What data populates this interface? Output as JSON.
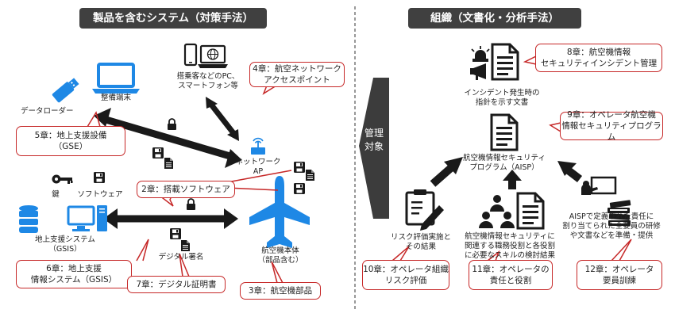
{
  "header_left": "製品を含むシステム（対策手法）",
  "header_right": "組織（文書化・分析手法）",
  "management_target": [
    "管理",
    "対象"
  ],
  "labels": {
    "laptop": "整備端末",
    "phone_pc": [
      "搭乗客などのPC、",
      "スマートフォン等"
    ],
    "data_loader": "データローダー",
    "network_ap": [
      "ネットワーク",
      "AP"
    ],
    "key": "鍵",
    "software": "ソフトウェア",
    "gsis": [
      "地上支援システム",
      "（GSIS）"
    ],
    "signature": "デジタル署名",
    "aircraft": [
      "航空機本体",
      "（部品含む）"
    ],
    "incident_doc": [
      "インシデント発生時の",
      "指針を示す文書"
    ],
    "aisp": [
      "航空機情報セキュリティ",
      "プログラム（AISP）"
    ],
    "risk_eval": [
      "リスク評価実施と",
      "その結果"
    ],
    "roles": [
      "航空機情報セキュリティに",
      "関連する職務役割と各役割",
      "に必要なスキルの検討結果"
    ],
    "training": [
      "AISPで定義された責任に",
      "割り当てられた全要員の研修",
      "や文書などを準備・提供"
    ]
  },
  "chapters": {
    "ch2": "2章：搭載ソフトウェア",
    "ch3": "3章：航空機部品",
    "ch4": [
      "4章：航空ネットワーク",
      "アクセスポイント"
    ],
    "ch5": [
      "5章：地上支援設備",
      "（GSE）"
    ],
    "ch6": [
      "6章：地上支援",
      "情報システム（GSIS）"
    ],
    "ch7": "7章：デジタル証明書",
    "ch8": [
      "8章：航空機情報",
      "セキュリティインシデント管理"
    ],
    "ch9": [
      "9章：オペレータ航空機",
      "情報セキュリティプログラム"
    ],
    "ch10": [
      "10章：オペレータ組織",
      "リスク評価"
    ],
    "ch11": [
      "11章：オペレータの",
      "責任と役割"
    ],
    "ch12": [
      "12章：オペレータ",
      "要員訓練"
    ]
  },
  "colors": {
    "callout_border": "#c62828",
    "icon_blue": "#1e88e5",
    "header_bg": "#404040",
    "divider": "#333333"
  },
  "icons": [
    "laptop-icon",
    "phone-icon",
    "pc-monitor-icon",
    "usb-drive-icon",
    "lock-icon",
    "floppy-disk-icon",
    "document-icon",
    "network-ap-icon",
    "key-icon",
    "database-icon",
    "desktop-computer-icon",
    "airplane-icon",
    "alarm-light-icon",
    "megaphone-icon",
    "clipboard-pencil-icon",
    "people-icon",
    "presenter-board-icon",
    "books-icon",
    "management-arrow-icon"
  ]
}
